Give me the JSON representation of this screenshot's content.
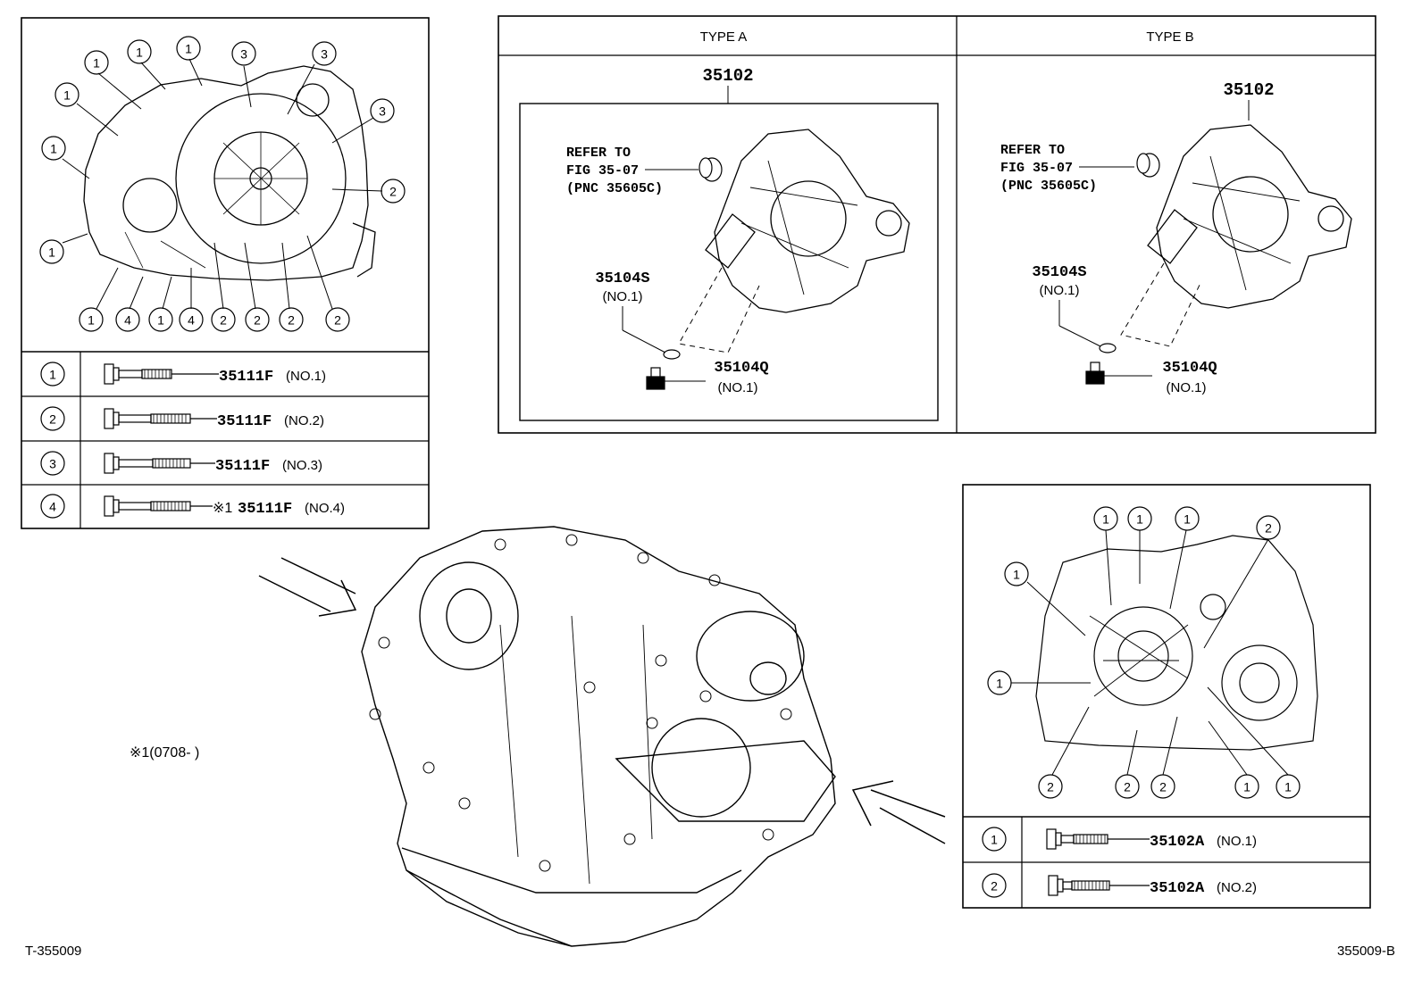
{
  "callouts": {
    "one": "1",
    "two": "2",
    "three": "3",
    "four": "4"
  },
  "bolt_table_left": {
    "rows": [
      {
        "marker": "1",
        "part": "35111F",
        "spec": "(NO.1)"
      },
      {
        "marker": "2",
        "part": "35111F",
        "spec": "(NO.2)"
      },
      {
        "marker": "3",
        "part": "35111F",
        "spec": "(NO.3)"
      },
      {
        "marker": "4",
        "prefix": "※1",
        "part": "35111F",
        "spec": "(NO.4)"
      }
    ]
  },
  "type_panel": {
    "type_a": {
      "header": "TYPE A",
      "part_main": "35102",
      "refer": [
        "REFER TO",
        "FIG 35-07",
        "(PNC 35605C)"
      ],
      "oring_part": "35104S",
      "oring_spec": "(NO.1)",
      "plug_part": "35104Q",
      "plug_spec": "(NO.1)"
    },
    "type_b": {
      "header": "TYPE B",
      "part_main": "35102",
      "refer": [
        "REFER TO",
        "FIG 35-07",
        "(PNC 35605C)"
      ],
      "oring_part": "35104S",
      "oring_spec": "(NO.1)",
      "plug_part": "35104Q",
      "plug_spec": "(NO.1)"
    }
  },
  "bolt_table_right": {
    "rows": [
      {
        "marker": "1",
        "part": "35102A",
        "spec": "(NO.1)"
      },
      {
        "marker": "2",
        "part": "35102A",
        "spec": "(NO.2)"
      }
    ]
  },
  "footnote": "※1(0708-      )",
  "code_left": "T-355009",
  "code_right": "355009-B"
}
